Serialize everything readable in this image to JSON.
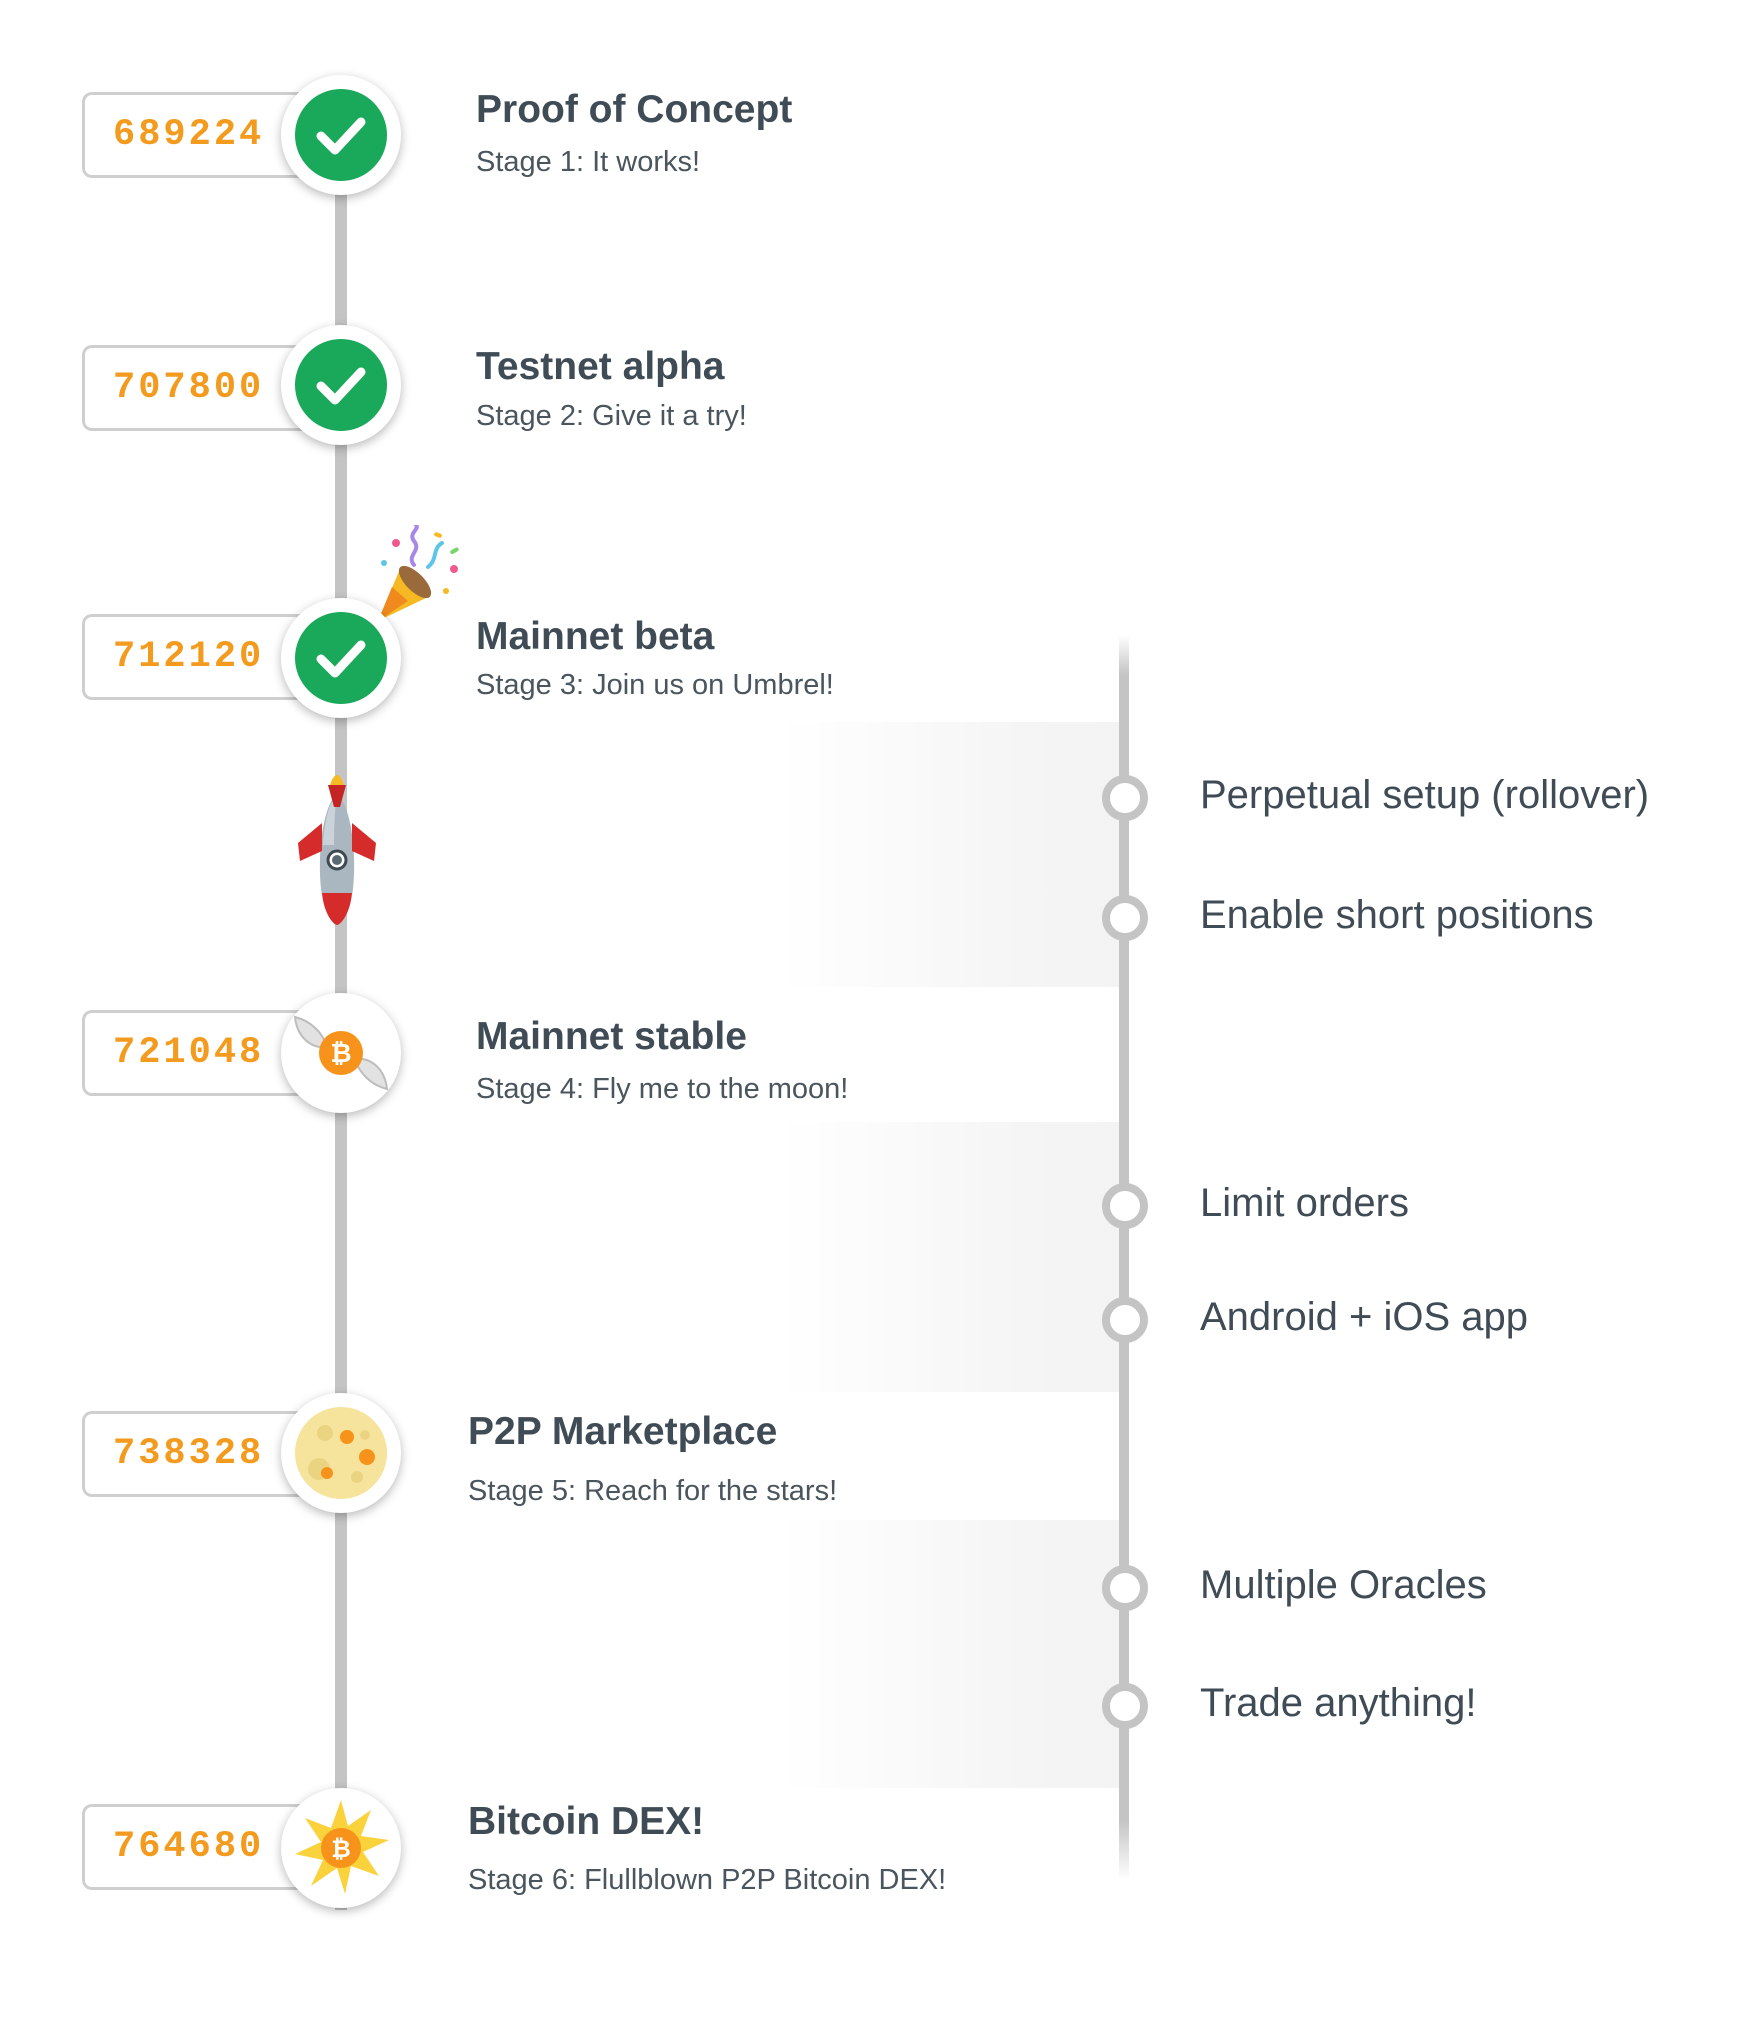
{
  "stages": [
    {
      "block": "689224",
      "title": "Proof of Concept",
      "subtitle": "Stage 1:  It works!",
      "icon": "check-icon"
    },
    {
      "block": "707800",
      "title": "Testnet alpha",
      "subtitle": "Stage 2:  Give it a try!",
      "icon": "check-icon"
    },
    {
      "block": "712120",
      "title": "Mainnet beta",
      "subtitle": "Stage 3:  Join us on Umbrel!",
      "icon": "check-icon"
    },
    {
      "block": "721048",
      "title": "Mainnet stable",
      "subtitle": "Stage 4: Fly me to the moon!",
      "icon": "winged-bitcoin-icon"
    },
    {
      "block": "738328",
      "title": "P2P Marketplace",
      "subtitle": "Stage 5: Reach for the stars!",
      "icon": "moon-icon"
    },
    {
      "block": "764680",
      "title": "Bitcoin DEX!",
      "subtitle": "Stage 6: Flullblown P2P Bitcoin DEX!",
      "icon": "bitcoin-star-icon"
    }
  ],
  "features": [
    "Perpetual setup (rollover)",
    "Enable short positions",
    "Limit orders",
    "Android + iOS app",
    "Multiple Oracles",
    "Trade anything!"
  ],
  "decorations": [
    "party-popper-icon",
    "rocket-icon"
  ],
  "colors": {
    "block_number": "#f29b1f",
    "check_green": "#1aa85a",
    "timeline_gray": "#c4c4c4",
    "text_dark": "#3f4b55",
    "bitcoin_orange": "#f7931a"
  }
}
